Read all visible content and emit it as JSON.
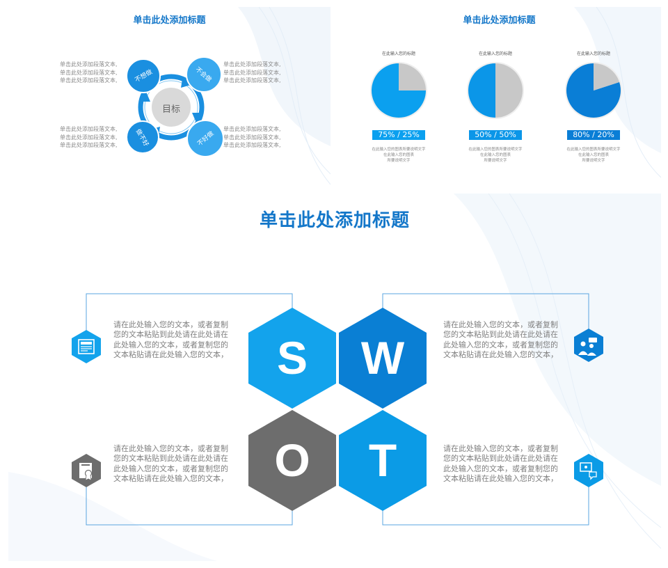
{
  "slide1": {
    "title": "单击此处添加标题",
    "center_label": "目标",
    "circles": [
      "不想做",
      "不会做",
      "做不好",
      "不好做"
    ],
    "paragraph_lines": [
      "单击此处添加段落文本,",
      "单击此处添加段落文本,",
      "单击此处添加段落文本,"
    ],
    "colors": {
      "accent": "#1a8fe0",
      "light": "#39a9ef",
      "center": "#d9d9d9"
    }
  },
  "slide2": {
    "title": "单击此处添加标题",
    "chart_data": [
      {
        "type": "pie",
        "title": "在此输入您的标题",
        "values": [
          75,
          25
        ],
        "label": "75% / 25%",
        "colors": [
          "#0ba0ef",
          "#c8c8c8"
        ],
        "desc": [
          "在此输入您的图表所要说明文字",
          "在此输入您的图表",
          "所要说明文字"
        ]
      },
      {
        "type": "pie",
        "title": "在此输入您的标题",
        "values": [
          50,
          50
        ],
        "label": "50% / 50%",
        "colors": [
          "#0b96e8",
          "#c8c8c8"
        ],
        "desc": [
          "在此输入您的图表所要说明文字",
          "在此输入您的图表",
          "所要说明文字"
        ]
      },
      {
        "type": "pie",
        "title": "在此输入您的标题",
        "values": [
          80,
          20
        ],
        "label": "80% / 20%",
        "colors": [
          "#0a7ed6",
          "#c8c8c8"
        ],
        "desc": [
          "在此输入您的图表所要说明文字",
          "在此输入您的图表",
          "所要说明文字"
        ]
      }
    ]
  },
  "slide3": {
    "title": "单击此处添加标题",
    "letters": {
      "s": "S",
      "w": "W",
      "o": "O",
      "t": "T"
    },
    "text_block": "请在此处输入您的文本，或者复制您的文本粘贴到此处请在此处请在此处输入您的文本，或者复制您的文本粘贴请在此处输入您的文本，",
    "icons": {
      "s": "newspaper-icon",
      "w": "people-chat-icon",
      "o": "certificate-icon",
      "t": "presentation-chat-icon"
    },
    "colors": {
      "s": "#13a3ec",
      "w": "#0a7fd4",
      "o": "#6d6d6d",
      "t": "#0b9be6",
      "line": "#5aa5e0"
    }
  }
}
